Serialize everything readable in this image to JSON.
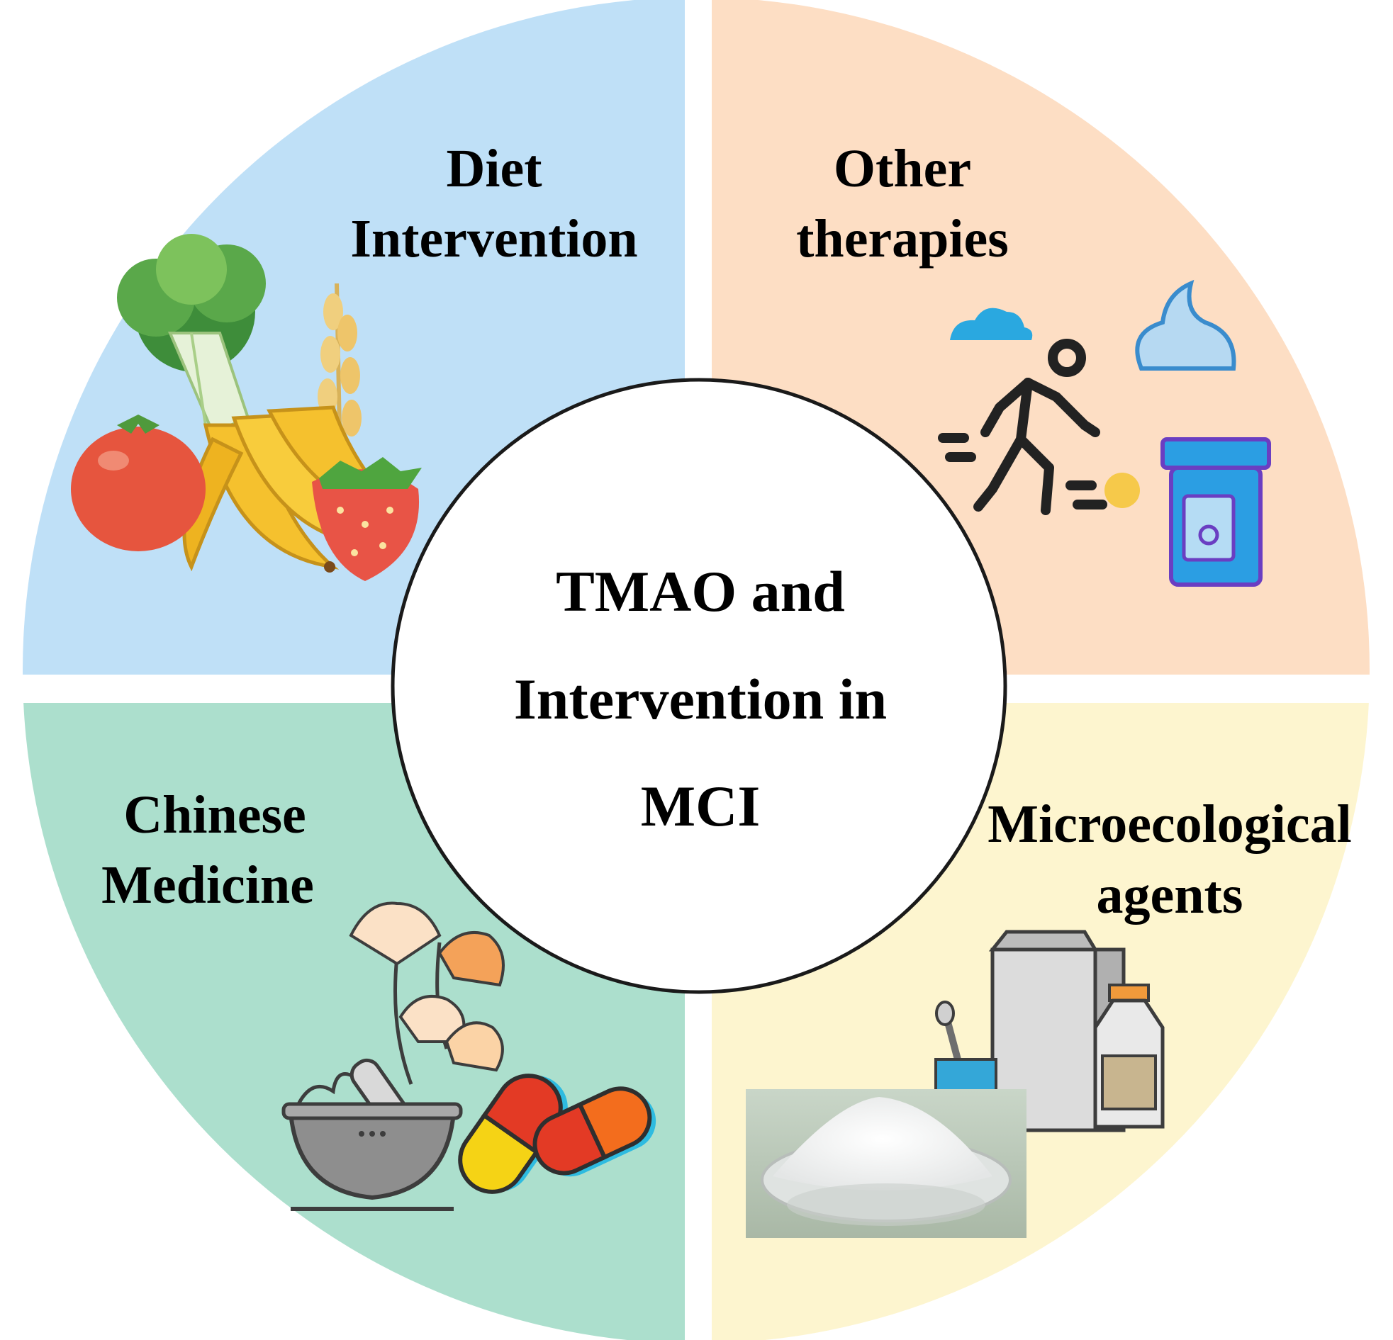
{
  "colors": {
    "diet_quadrant": "#bfe0f7",
    "other_quadrant": "#fddec4",
    "medicine_quadrant": "#acdfcd",
    "micro_quadrant": "#fdf5cf",
    "center_fill": "#ffffff",
    "center_stroke": "#1a1a1a"
  },
  "center": {
    "line1": "TMAO and",
    "line2": "Intervention in",
    "line3": "MCI"
  },
  "quadrants": {
    "diet": {
      "line1": "Diet",
      "line2": "Intervention",
      "icons": [
        "broccoli-icon",
        "wheat-icon",
        "tomato-icon",
        "banana-icon",
        "strawberry-icon"
      ]
    },
    "other": {
      "line1": "Other",
      "line2": "therapies",
      "icons": [
        "running-person-icon",
        "cloud-icon",
        "cream-icon",
        "pill-bottle-icon"
      ]
    },
    "medicine": {
      "line1": "Chinese",
      "line2": "Medicine",
      "icons": [
        "ginkgo-leaf-icon",
        "mortar-pestle-icon",
        "capsule-icon"
      ]
    },
    "micro": {
      "line1": "Microecological",
      "line2": "agents",
      "icons": [
        "milk-carton-icon",
        "bottle-icon",
        "yogurt-cup-icon",
        "powder-bowl-icon"
      ]
    }
  }
}
